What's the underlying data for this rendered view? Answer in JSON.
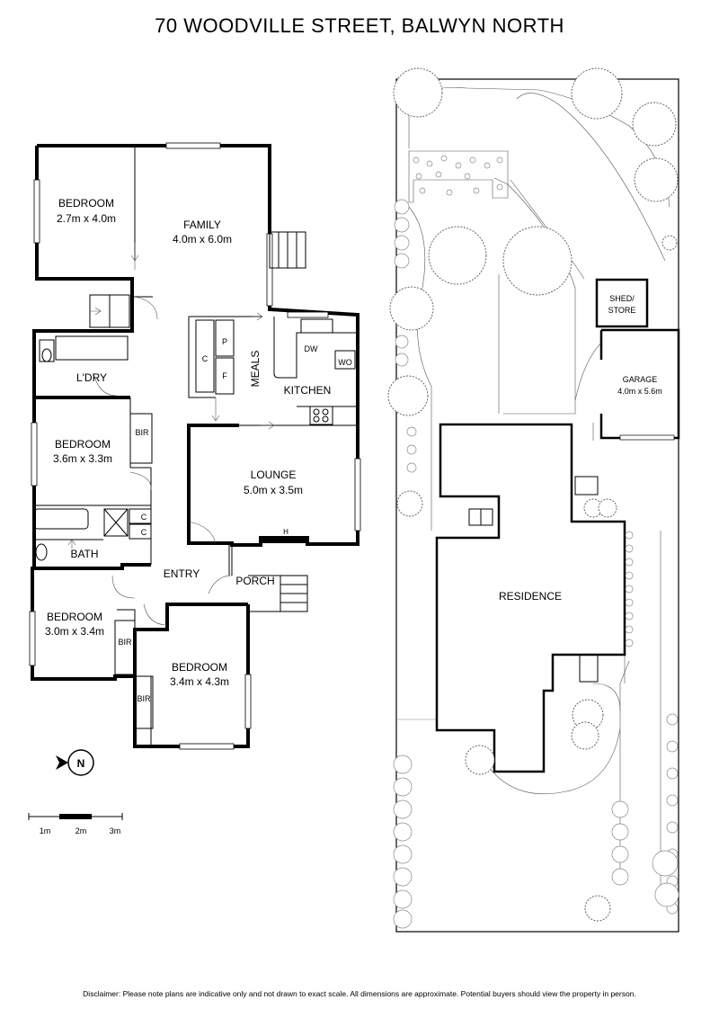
{
  "title": "70 WOODVILLE STREET, BALWYN NORTH",
  "disclaimer": "Disclaimer: Please note plans are indicative only and not drawn to exact scale. All dimensions are approximate. Potential buyers should view the property in person.",
  "floor_plan": {
    "rooms": {
      "bedroom1": {
        "name": "BEDROOM",
        "size": "2.7m x 4.0m"
      },
      "family": {
        "name": "FAMILY",
        "size": "4.0m x 6.0m"
      },
      "meals": {
        "name": "MEALS"
      },
      "kitchen": {
        "name": "KITCHEN"
      },
      "laundry": {
        "name": "L'DRY"
      },
      "bedroom2": {
        "name": "BEDROOM",
        "size": "3.6m x 3.3m"
      },
      "lounge": {
        "name": "LOUNGE",
        "size": "5.0m x 3.5m"
      },
      "bath": {
        "name": "BATH"
      },
      "entry": {
        "name": "ENTRY"
      },
      "porch": {
        "name": "PORCH"
      },
      "bedroom3": {
        "name": "BEDROOM",
        "size": "3.0m x 3.4m"
      },
      "bedroom4": {
        "name": "BEDROOM",
        "size": "3.4m x 4.3m"
      }
    },
    "fixtures": {
      "p": "P",
      "c": "C",
      "f": "F",
      "dw": "DW",
      "wo": "WO",
      "bir": "BIR",
      "h": "H"
    },
    "compass": "N",
    "scale_labels": [
      "1m",
      "2m",
      "3m"
    ]
  },
  "site_plan": {
    "residence": "RESIDENCE",
    "shed": {
      "line1": "SHED/",
      "line2": "STORE"
    },
    "garage": {
      "name": "GARAGE",
      "size": "4.0m x 5.6m"
    }
  }
}
